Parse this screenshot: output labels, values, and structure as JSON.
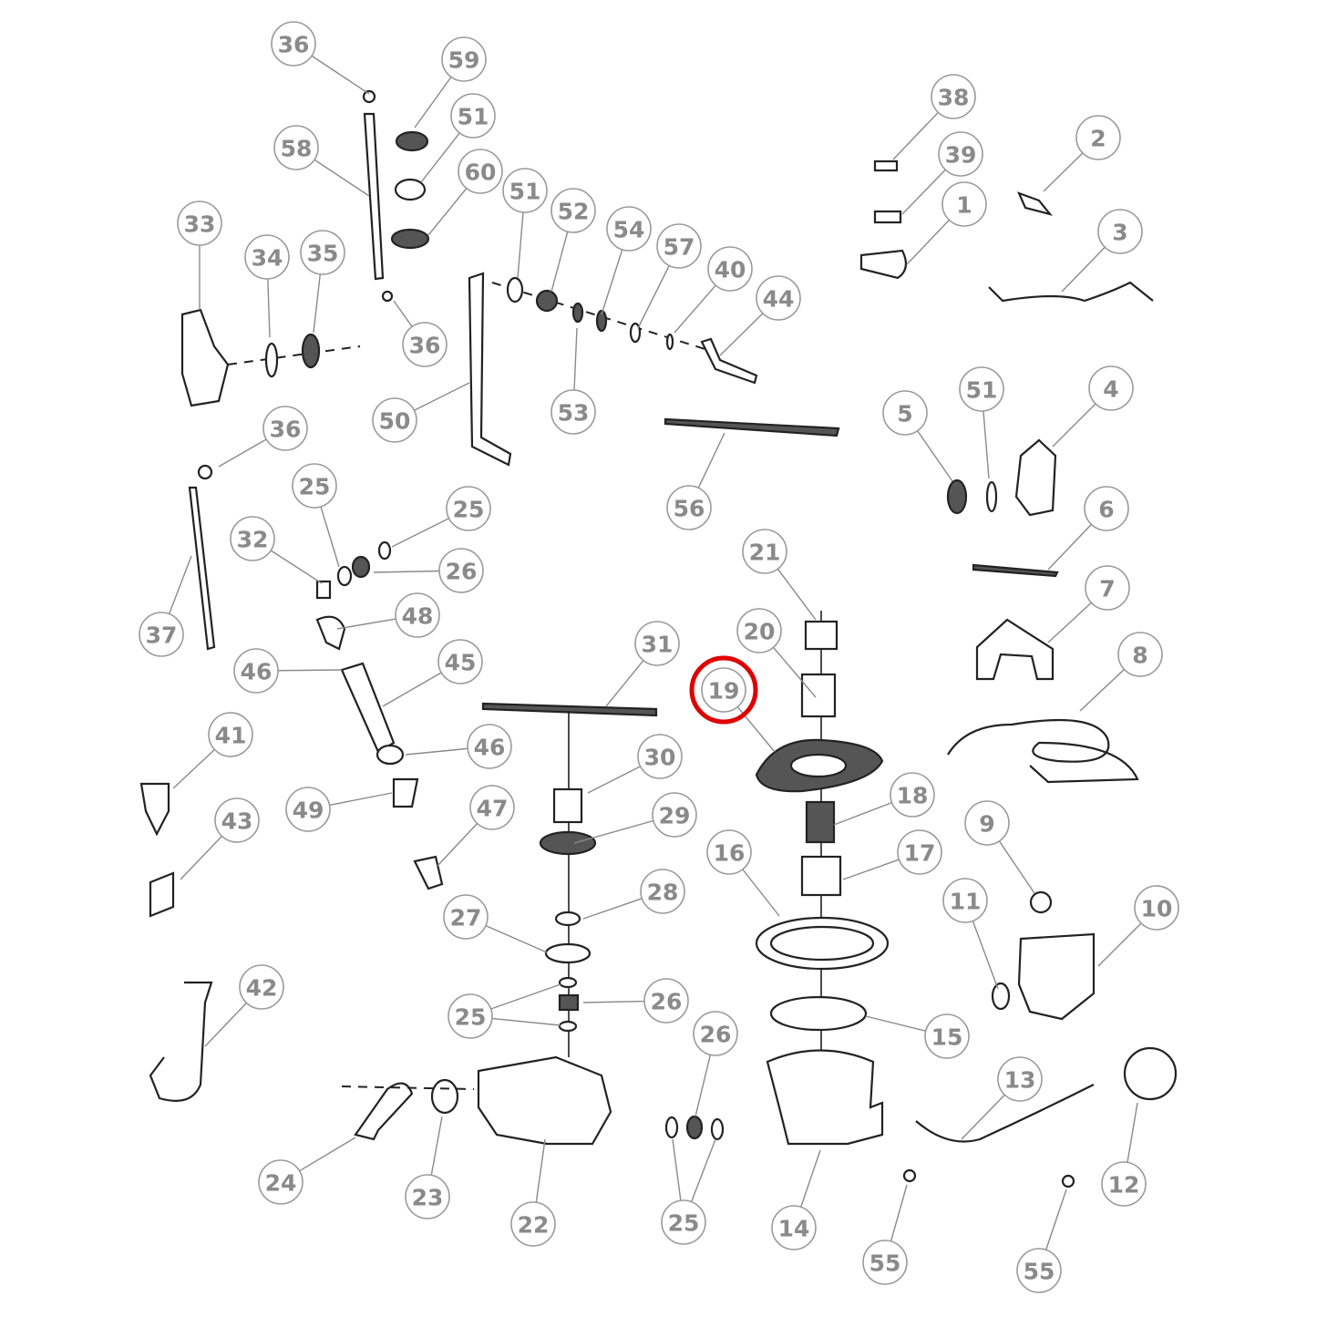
{
  "diagram": {
    "type": "exploded-parts-diagram",
    "highlight": {
      "label": "19",
      "color": "#e00000"
    },
    "callouts": [
      "36",
      "59",
      "51",
      "60",
      "58",
      "33",
      "34",
      "35",
      "36",
      "51",
      "52",
      "54",
      "57",
      "40",
      "44",
      "53",
      "50",
      "56",
      "36",
      "25",
      "25",
      "32",
      "26",
      "48",
      "37",
      "46",
      "45",
      "31",
      "46",
      "41",
      "49",
      "30",
      "47",
      "29",
      "43",
      "28",
      "27",
      "25",
      "26",
      "42",
      "16",
      "17",
      "18",
      "19",
      "20",
      "21",
      "9",
      "11",
      "10",
      "15",
      "13",
      "12",
      "14",
      "26",
      "25",
      "55",
      "55",
      "22",
      "23",
      "24",
      "38",
      "39",
      "1",
      "2",
      "3",
      "5",
      "51",
      "4",
      "6",
      "7",
      "8"
    ]
  }
}
